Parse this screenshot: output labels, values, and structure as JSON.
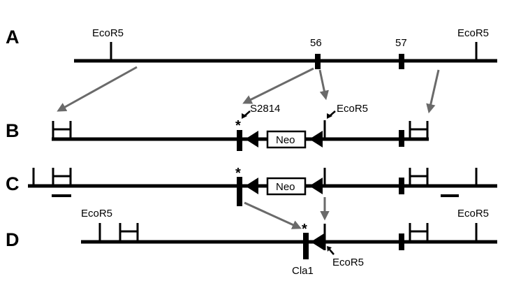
{
  "rows": {
    "a": "A",
    "b": "B",
    "c": "C",
    "d": "D"
  },
  "labels": {
    "ecor5": "EcoR5",
    "exon_56": "56",
    "exon_57": "57",
    "s2814": "S2814",
    "cla1": "Cla1",
    "neo": "Neo",
    "star": "*"
  },
  "colors": {
    "line": "#000000",
    "arrow": "#6a6a6a",
    "background": "#ffffff"
  }
}
